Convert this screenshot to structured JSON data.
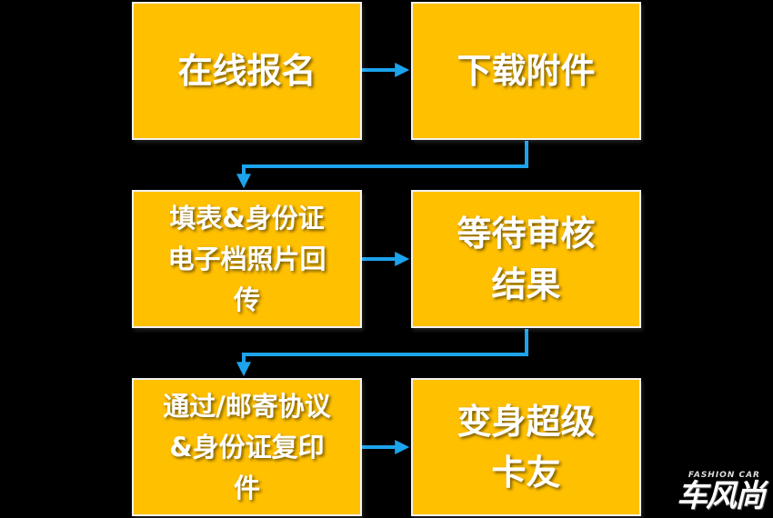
{
  "colors": {
    "box_fill": "#FFC000",
    "box_border": "#F2F2F2",
    "arrow": "#1CA3EC",
    "background": "#000000"
  },
  "steps": [
    {
      "label": "在线报名"
    },
    {
      "label": "下载附件"
    },
    {
      "label": "填表&身份证\n电子档照片回\n传"
    },
    {
      "label": "等待审核\n结果"
    },
    {
      "label": "通过/邮寄协议\n&身份证复印\n件"
    },
    {
      "label": "变身超级\n卡友"
    }
  ],
  "logo": {
    "sub": "FASHION CAR",
    "main": "车风尚"
  }
}
